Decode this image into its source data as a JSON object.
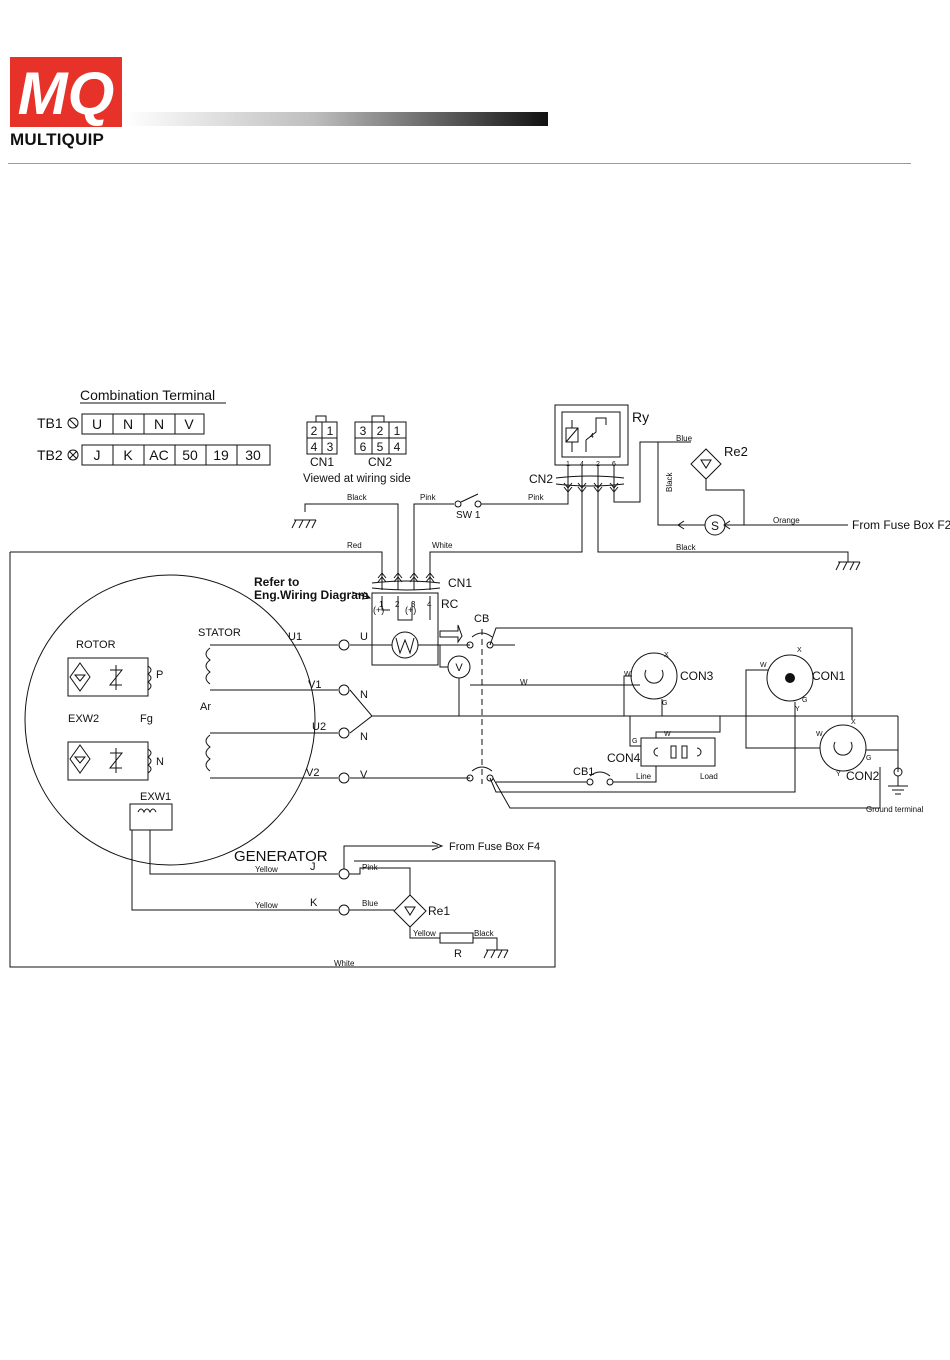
{
  "brand": {
    "logo_letters": "MQ",
    "name": "MULTIQUIP",
    "accent_color": "#e63228"
  },
  "combination_terminal": {
    "title": "Combination Terminal",
    "tb1": {
      "label": "TB1",
      "cells": [
        "U",
        "N",
        "N",
        "V"
      ]
    },
    "tb2": {
      "label": "TB2",
      "cells": [
        "J",
        "K",
        "AC",
        "50",
        "19",
        "30"
      ]
    }
  },
  "connectors": {
    "cn1_pins": [
      "2",
      "1",
      "4",
      "3"
    ],
    "cn2_pins": [
      "3",
      "2",
      "1",
      "6",
      "5",
      "4"
    ],
    "cn1_label": "CN1",
    "cn2_label": "CN2",
    "note": "Viewed at wiring side"
  },
  "labels": {
    "ry": "Ry",
    "re2": "Re2",
    "re1": "Re1",
    "cn2": "CN2",
    "cn1": "CN1",
    "sw1": "SW 1",
    "refer": "Refer to",
    "eng_diagram": "Eng.Wiring Diagram",
    "rc": "RC",
    "cb": "CB",
    "cb1": "CB1",
    "con1": "CON1",
    "con2": "CON2",
    "con3": "CON3",
    "con4": "CON4",
    "rotor": "ROTOR",
    "stator": "STATOR",
    "exw1": "EXW1",
    "exw2": "EXW2",
    "fg": "Fg",
    "ar": "Ar",
    "generator": "GENERATOR",
    "from_f2": "From Fuse Box F2",
    "from_f4": "From Fuse Box F4",
    "ground_terminal": "Ground terminal",
    "s": "S",
    "r": "R",
    "line": "Line",
    "load": "Load",
    "v": "V",
    "p": "P",
    "n": "N",
    "u1": "U1",
    "v1": "V1",
    "u2": "U2",
    "v2": "V2",
    "term_u": "U",
    "term_n1": "N",
    "term_n2": "N",
    "term_v": "V",
    "j": "J",
    "k": "K",
    "plus": "(+)",
    "x": "X",
    "w": "W",
    "y": "Y",
    "g": "G"
  },
  "wires": {
    "black": "Black",
    "pink": "Pink",
    "red": "Red",
    "white": "White",
    "blue": "Blue",
    "orange": "Orange",
    "yellow": "Yellow"
  },
  "pin_numbers": {
    "ry_pins": [
      "1",
      "4",
      "2",
      "6"
    ],
    "cn1_pins": [
      "1",
      "2",
      "3",
      "4"
    ]
  }
}
